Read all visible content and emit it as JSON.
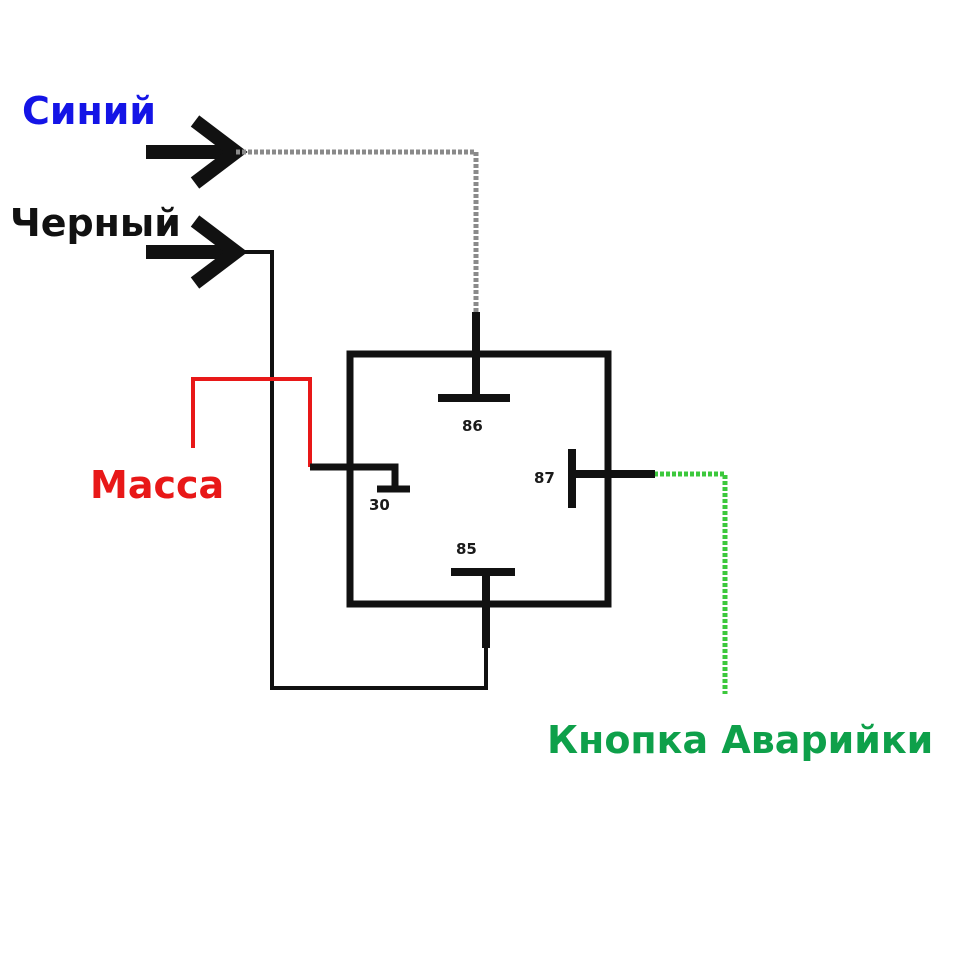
{
  "labels": {
    "blue_wire": "Синий",
    "black_wire": "Черный",
    "ground": "Масса",
    "hazard_button": "Кнопка Аварийки"
  },
  "pins": {
    "p86": "86",
    "p87": "87",
    "p30": "30",
    "p85": "85"
  },
  "colors": {
    "blue": "#1414e6",
    "black": "#111111",
    "red": "#e81818",
    "green": "#0ea04a",
    "green_wire": "#3cc83c",
    "gray_wire": "#8a8a8a"
  }
}
